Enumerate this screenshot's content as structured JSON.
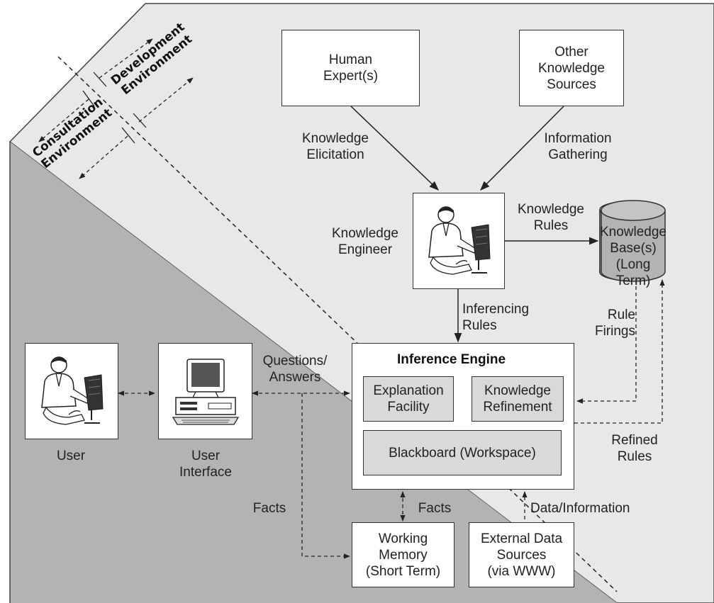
{
  "environments": {
    "development": "Development\nEnvironment",
    "consultation": "Consultation\nEnvironment"
  },
  "nodes": {
    "human_expert": "Human\nExpert(s)",
    "other_sources": "Other\nKnowledge\nSources",
    "knowledge_engineer": "Knowledge\nEngineer",
    "knowledge_base": "Knowledge\nBase(s)\n(Long Term)",
    "user": "User",
    "user_interface": "User\nInterface",
    "inference_engine": {
      "title": "Inference Engine",
      "explanation": "Explanation\nFacility",
      "refinement": "Knowledge\nRefinement",
      "blackboard": "Blackboard (Workspace)"
    },
    "working_memory": "Working\nMemory\n(Short Term)",
    "external_data": "External Data\nSources\n(via WWW)"
  },
  "edge_labels": {
    "knowledge_elicitation": "Knowledge\nElicitation",
    "information_gathering": "Information\nGathering",
    "knowledge_rules": "Knowledge\nRules",
    "inferencing_rules": "Inferencing\nRules",
    "rule_firings": "Rule\nFirings",
    "refined_rules": "Refined\nRules",
    "questions_answers": "Questions/\nAnswers",
    "facts_left": "Facts",
    "facts_right": "Facts",
    "data_information": "Data/Information"
  },
  "colors": {
    "development_bg": "#e8e8e8",
    "consultation_bg": "#b3b3b3",
    "inner_box": "#d9d9d9",
    "line": "#222222"
  },
  "icons": {
    "engineer": "person-at-computer-icon",
    "user": "person-at-computer-icon",
    "interface": "desktop-computer-icon"
  }
}
